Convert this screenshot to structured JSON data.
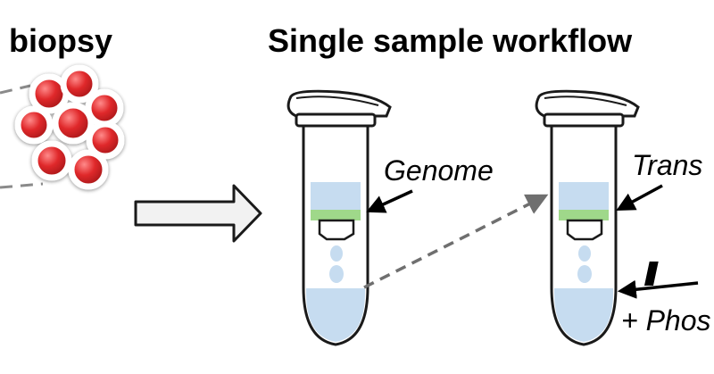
{
  "headings": {
    "left": "r biopsy",
    "center": "Single sample workflow"
  },
  "tube_labels": {
    "tube1_band": "Genome",
    "tube2_band": "Trans",
    "tube2_bottom_fragment": "+ Phos"
  },
  "colors": {
    "cell_red": "#e0292b",
    "band_blue": "#c6dcf0",
    "band_green": "#9fd88a",
    "liquid_blue": "#c6dcf0",
    "outline": "#1a1a1a",
    "dashed_gray": "#6f6f6f",
    "arrow_fill": "#f2f2f2"
  },
  "icons": {
    "cells": "cell-cluster",
    "tubes": "microcentrifuge-tube",
    "process_arrow": "block-arrow-right"
  }
}
